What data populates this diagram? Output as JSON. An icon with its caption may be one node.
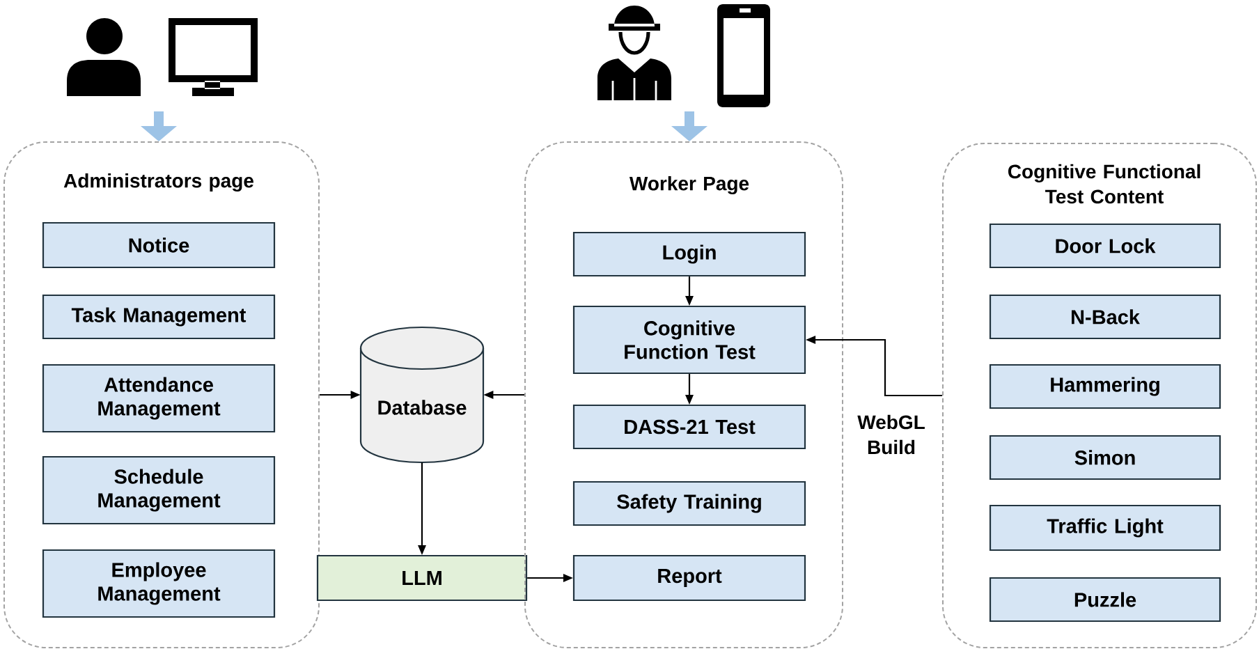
{
  "diagram": {
    "nodes": [
      {
        "text": [
          "Administrators page"
        ]
      },
      {
        "text": [
          "Notice"
        ],
        "in": 0
      },
      {
        "text": [
          "Task Management"
        ],
        "in": 0
      },
      {
        "text": [
          "Attendance Management"
        ],
        "in": 0
      },
      {
        "text": [
          "Schedule Management"
        ],
        "in": 0
      },
      {
        "text": [
          "Employee Management"
        ],
        "in": 0
      },
      {
        "text": [
          "Database"
        ]
      },
      {
        "text": [
          "LLM"
        ]
      },
      {
        "text": [
          "Worker Page"
        ]
      },
      {
        "text": [
          "Login"
        ],
        "in": 8
      },
      {
        "text": [
          "Cognitive Function Test"
        ],
        "in": 8
      },
      {
        "text": [
          "DASS-21 Test"
        ],
        "in": 8
      },
      {
        "text": [
          "Safety Training"
        ],
        "in": 8
      },
      {
        "text": [
          "Report"
        ],
        "in": 8
      },
      {
        "text": [
          "Cognitive Functional Test Content"
        ]
      },
      {
        "text": [
          "Door Lock"
        ],
        "in": 14
      },
      {
        "text": [
          "N-Back"
        ],
        "in": 14
      },
      {
        "text": [
          "Hammering"
        ],
        "in": 14
      },
      {
        "text": [
          "Simon"
        ],
        "in": 14
      },
      {
        "text": [
          "Traffic Light"
        ],
        "in": 14
      },
      {
        "text": [
          "Puzzle"
        ],
        "in": 14
      }
    ],
    "edges": [
      {
        "from": null,
        "to": 0,
        "arrow": "to",
        "style": "thick",
        "color": "#9dc3e6"
      },
      {
        "from": null,
        "to": 8,
        "arrow": "to",
        "style": "thick",
        "color": "#9dc3e6"
      },
      {
        "from": 0,
        "to": 6,
        "arrow": "to"
      },
      {
        "from": 8,
        "to": 6,
        "arrow": "to"
      },
      {
        "from": 6,
        "to": 7,
        "arrow": "to"
      },
      {
        "from": 7,
        "to": 13,
        "arrow": "to"
      },
      {
        "from": 9,
        "to": 10,
        "arrow": "to"
      },
      {
        "from": 10,
        "to": 11,
        "arrow": "to"
      },
      {
        "from": 14,
        "to": 10,
        "arrow": "to",
        "label": "WebGL Build"
      }
    ]
  }
}
